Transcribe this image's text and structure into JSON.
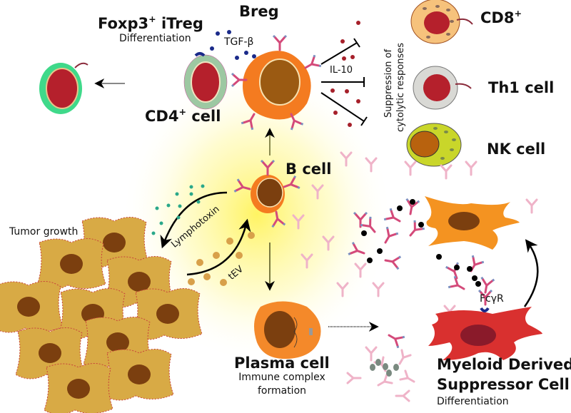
{
  "cells": {
    "breg": {
      "label": "Breg"
    },
    "b_cell": {
      "label": "B cell"
    },
    "cd4": {
      "label": "CD4",
      "sup": "+",
      "suffix": " cell"
    },
    "itreg": {
      "label": "Foxp3",
      "sup": "+",
      "suffix": " iTreg",
      "sublabel": "Differentiation"
    },
    "cd8": {
      "label": "CD8",
      "sup": "+"
    },
    "th1": {
      "label": "Th1 cell"
    },
    "nk": {
      "label": "NK cell"
    },
    "plasma": {
      "label": "Plasma cell",
      "sublabel_line1": "Immune complex",
      "sublabel_line2": "formation"
    },
    "mdsc": {
      "label_line1": "Myeloid Derived",
      "label_line2": "Suppressor Cell",
      "sublabel": "Differentiation"
    }
  },
  "mediators": {
    "tgf": "TGF-β",
    "il10": "IL-10",
    "lymphotoxin": "Lymphotoxin",
    "tev": "tEV",
    "fcgr": "FcγR"
  },
  "annotations": {
    "suppression_line1": "Suppression of",
    "suppression_line2": "cytolytic responses",
    "tumor": "Tumor growth"
  },
  "colors": {
    "breg_body": "#f47b20",
    "nucleus_brown": "#7b3f0f",
    "nucleus_red": "#b5202c",
    "cd4_ring": "#9dc8a2",
    "itreg_ring": "#3fd98a",
    "cd8_body": "#f6c27c",
    "th1_body": "#d9d9d5",
    "nk_body": "#c9d62a",
    "tumor_body": "#d8aa45",
    "mdsc_red": "#d9302f",
    "mdsc_orange": "#f49321",
    "antibody_pink": "#d44a7a",
    "antibody_blue": "#7b8fc0",
    "tgf_dot": "#1a2a8a",
    "il10_dot": "#a6202a",
    "lymphotoxin_dot": "#2aa88a",
    "tev_dot": "#d8a04a",
    "glow": "#fff35a"
  }
}
